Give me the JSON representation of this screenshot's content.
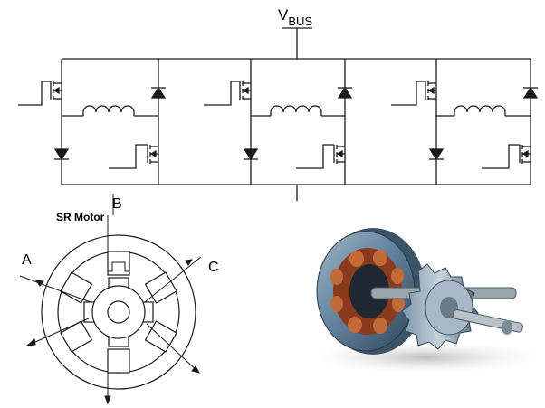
{
  "labels": {
    "vbus_main": "V",
    "vbus_sub": "BUS",
    "motor_title": "SR Motor",
    "phase_a": "A",
    "phase_b": "B",
    "phase_c": "C"
  },
  "colors": {
    "line": "#1a1a1a",
    "stator_fill": "#ffffff",
    "photo_steel": "#6f8fa8",
    "photo_copper": "#b4552c",
    "photo_shadow": "#cfcfcf"
  }
}
